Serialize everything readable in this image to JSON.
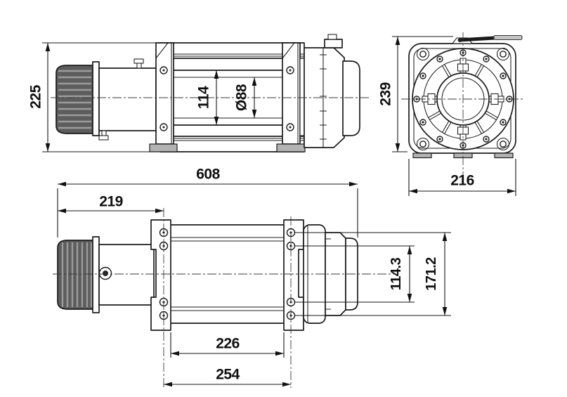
{
  "dimensions": {
    "side_view": {
      "overall_height": "225",
      "drum_flange_diameter": "114",
      "drum_barrel_diameter": "Ø88"
    },
    "end_view": {
      "overall_height": "239",
      "overall_width": "216"
    },
    "plan_view": {
      "overall_length": "608",
      "motor_end_to_mount_center": "219",
      "mount_plate_inner_spacing": "226",
      "mount_bolt_spacing_length": "254",
      "mount_bolt_spacing_cross": "114.3",
      "mount_bolt_spacing_outer": "171.2"
    }
  },
  "colors": {
    "line": "#1c1c1c",
    "motor_fill": "#5d5d5d",
    "metal_fill": "#b3b3b3",
    "background": "#ffffff"
  }
}
